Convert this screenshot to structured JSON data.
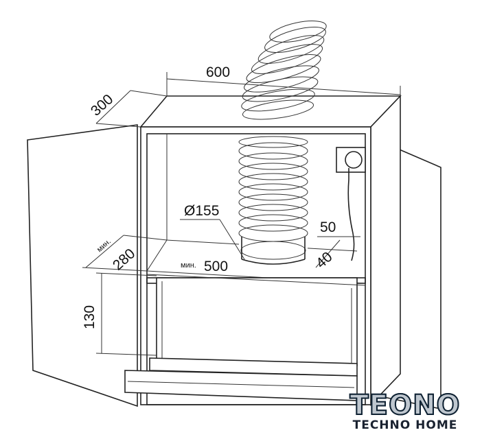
{
  "dimensions": {
    "width": "600",
    "depth": "300",
    "duct_diameter": "Ø155",
    "socket_offset": "50",
    "min_depth_label": "мин.",
    "min_depth": "280",
    "min_width_label": "мин.",
    "min_width": "500",
    "rear_gap": "40",
    "height": "130"
  },
  "logo": {
    "brand": "TEONO",
    "tagline": "TECHNO HOME"
  }
}
